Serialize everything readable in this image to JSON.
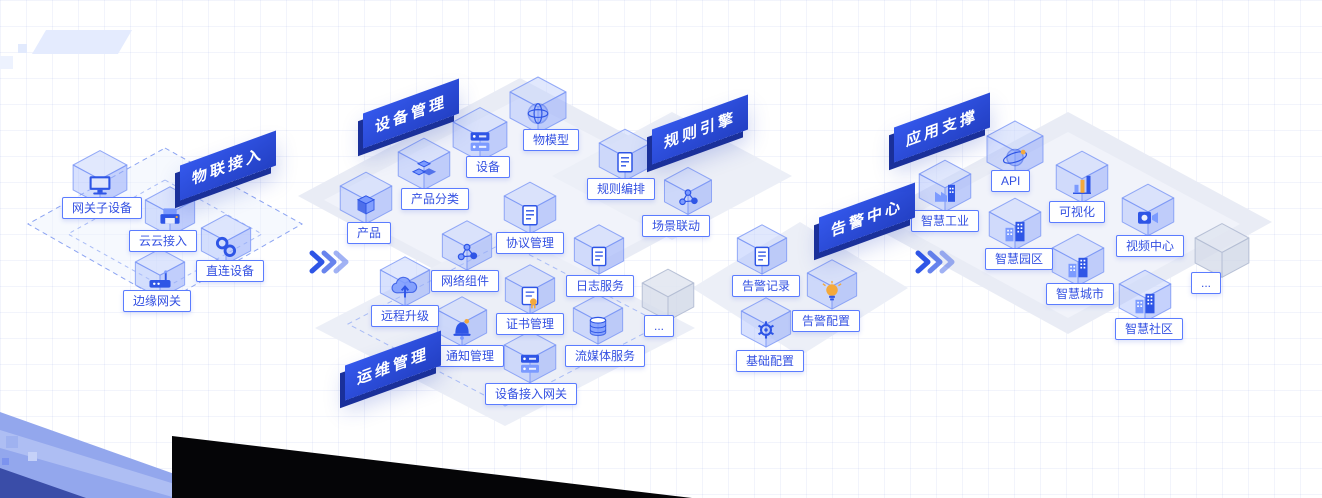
{
  "colors": {
    "banner_blue": "#2E55E6",
    "chip_border": "#5B7CFF",
    "chip_text": "#3350E2",
    "accent_orange": "#F4A93C",
    "floor_gray": "#E9ECF5",
    "deco_black": "#050507",
    "deco_periwinkle": "#93A7ED"
  },
  "connectors": [
    {
      "icon": "triple-chevron-right-icon"
    },
    {
      "icon": "triple-chevron-right-icon"
    }
  ],
  "sections": [
    {
      "id": "iot-access",
      "title": "物联接入",
      "items": [
        {
          "label": "网关子设备",
          "icon": "monitor-icon"
        },
        {
          "label": "云云接入",
          "icon": "printer-icon"
        },
        {
          "label": "直连设备",
          "icon": "link-icon"
        },
        {
          "label": "边缘网关",
          "icon": "router-icon"
        }
      ]
    },
    {
      "id": "device-management",
      "title": "设备管理",
      "items": [
        {
          "label": "物模型",
          "icon": "globe-icon"
        },
        {
          "label": "设备",
          "icon": "server-icon"
        },
        {
          "label": "产品分类",
          "icon": "boxes-icon"
        },
        {
          "label": "产品",
          "icon": "box-icon"
        }
      ]
    },
    {
      "id": "ops-management",
      "title": "运维管理",
      "items": [
        {
          "label": "协议管理",
          "icon": "doc-icon"
        },
        {
          "label": "网络组件",
          "icon": "nodes-icon"
        },
        {
          "label": "日志服务",
          "icon": "doc-icon"
        },
        {
          "label": "远程升级",
          "icon": "upload-icon"
        },
        {
          "label": "证书管理",
          "icon": "cert-icon"
        },
        {
          "label": "通知管理",
          "icon": "bell-icon"
        },
        {
          "label": "流媒体服务",
          "icon": "db-icon"
        },
        {
          "label": "设备接入网关",
          "icon": "server-icon"
        },
        {
          "label": "...",
          "icon": "cube-outline-icon"
        }
      ]
    },
    {
      "id": "rule-engine",
      "title": "规则引擎",
      "items": [
        {
          "label": "规则编排",
          "icon": "clipboard-icon"
        },
        {
          "label": "场景联动",
          "icon": "nodes-icon"
        }
      ]
    },
    {
      "id": "alarm-center",
      "title": "告警中心",
      "items": [
        {
          "label": "告警记录",
          "icon": "doc-icon"
        },
        {
          "label": "告警配置",
          "icon": "bulb-icon"
        },
        {
          "label": "基础配置",
          "icon": "gear-icon"
        }
      ]
    },
    {
      "id": "app-support",
      "title": "应用支撑",
      "items": [
        {
          "label": "API",
          "icon": "atom-icon"
        },
        {
          "label": "智慧工业",
          "icon": "industry-icon"
        },
        {
          "label": "可视化",
          "icon": "chart-icon"
        },
        {
          "label": "智慧园区",
          "icon": "building-icon"
        },
        {
          "label": "视频中心",
          "icon": "camera-icon"
        },
        {
          "label": "智慧城市",
          "icon": "building-icon"
        },
        {
          "label": "智慧社区",
          "icon": "building-icon"
        },
        {
          "label": "...",
          "icon": "cube-outline-icon"
        }
      ]
    }
  ]
}
